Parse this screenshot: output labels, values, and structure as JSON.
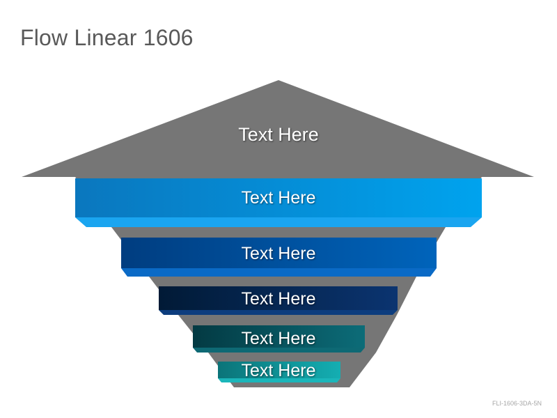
{
  "title": "Flow Linear 1606",
  "footer_code": "FLI-1606-3DA-5N",
  "arrow_label": "Text Here",
  "steps": [
    {
      "label": "Text Here",
      "color_light": "#00a3ee",
      "color_dark": "#0a77be"
    },
    {
      "label": "Text Here",
      "color_light": "#0064bb",
      "color_dark": "#003d80"
    },
    {
      "label": "Text Here",
      "color_light": "#0b3470",
      "color_dark": "#011a36"
    },
    {
      "label": "Text Here",
      "color_light": "#0c6c78",
      "color_dark": "#033a43"
    },
    {
      "label": "Text Here",
      "color_light": "#14aeb2",
      "color_dark": "#0b7479"
    }
  ],
  "gray": "#767676"
}
